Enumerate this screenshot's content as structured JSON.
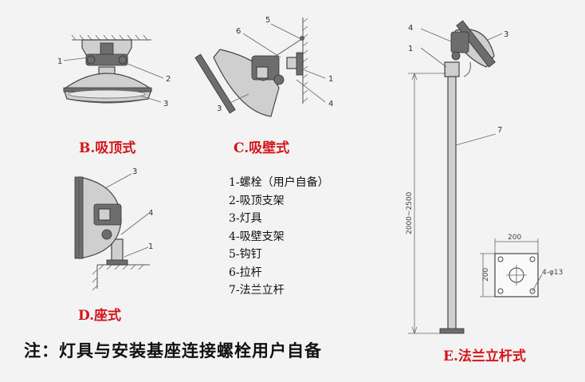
{
  "captions": {
    "ceiling": "B.吸顶式",
    "wall": "C.吸壁式",
    "seat": "D.座式",
    "pole": "E.法兰立杆式"
  },
  "legend": [
    "1-螺栓（用户自备）",
    "2-吸顶支架",
    "3-灯具",
    "4-吸壁支架",
    "5-钩钉",
    "6-拉杆",
    "7-法兰立杆"
  ],
  "note": "注：灯具与安装基座连接螺栓用户自备",
  "callouts": {
    "b1": "1",
    "b2": "2",
    "b3": "3",
    "c5": "5",
    "c6": "6",
    "c3": "3",
    "c1": "1",
    "c4": "4",
    "d3": "3",
    "d4": "4",
    "d1": "1",
    "e4": "4",
    "e1": "1",
    "e3": "3",
    "e7": "7"
  },
  "dimensions": {
    "pole_height": "2000~2500",
    "flange_width": "200",
    "flange_height": "200",
    "bolt_holes": "4-φ13"
  },
  "colors": {
    "caption": "#d4151a",
    "text": "#111111",
    "background": "#f3f3f3"
  }
}
